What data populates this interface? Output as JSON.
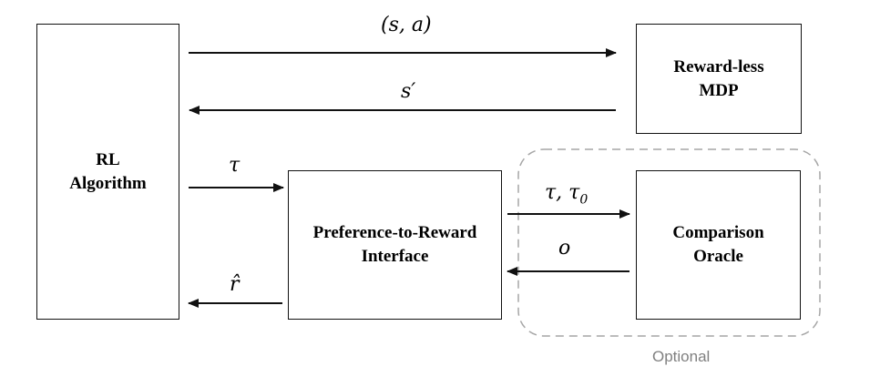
{
  "boxes": {
    "rl_algorithm": {
      "line1": "RL",
      "line2": "Algorithm"
    },
    "mdp": {
      "line1": "Reward-less",
      "line2": "MDP"
    },
    "interface": {
      "line1": "Preference-to-Reward",
      "line2": "Interface"
    },
    "oracle": {
      "line1": "Comparison",
      "line2": "Oracle"
    }
  },
  "edges": {
    "state_action": "(s, a)",
    "next_state": "s′",
    "trajectory": "τ",
    "trajectory_pair": "τ, τ",
    "trajectory_pair_subscript": "0",
    "outcome": "o",
    "reward_estimate": "r̂"
  },
  "optional_group": {
    "label": "Optional"
  }
}
